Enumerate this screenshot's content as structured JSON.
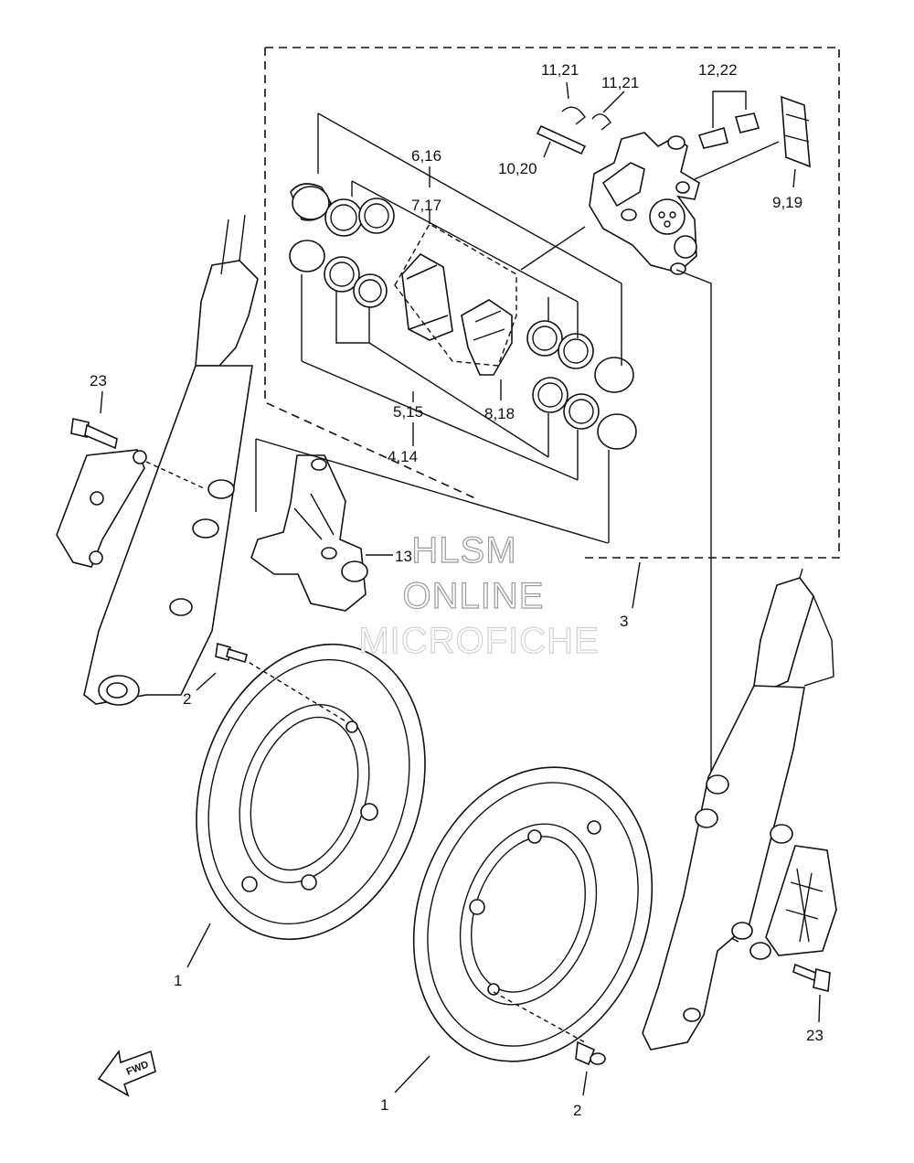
{
  "callouts": {
    "c11_21_a": "11,21",
    "c11_21_b": "11,21",
    "c12_22": "12,22",
    "c6_16": "6,16",
    "c7_17": "7,17",
    "c10_20": "10,20",
    "c9_19": "9,19",
    "c5_15": "5,15",
    "c8_18": "8,18",
    "c4_14": "4,14",
    "c13": "13",
    "c3": "3",
    "c23_left": "23",
    "c23_right": "23",
    "c2_left": "2",
    "c2_right": "2",
    "c1_left": "1",
    "c1_right": "1"
  },
  "fwd_arrow": {
    "label": "FWD"
  },
  "watermark": {
    "line1": "HLSM",
    "line2": "ONLINE",
    "line3": "MICROFICHE"
  }
}
